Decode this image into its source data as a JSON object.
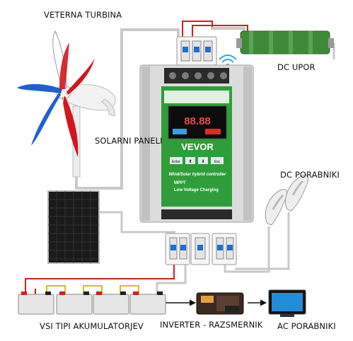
{
  "labels": {
    "wind_turbine": "VETERNA TURBINA",
    "dc_resistor": "DC UPOR",
    "solar_panels": "SOLARNI PANELI",
    "dc_loads": "DC PORABNIKI",
    "batteries": "VSI TIPI AKUMULATORJEV",
    "inverter": "INVERTER - RAZSMERNIK",
    "ac_loads": "AC PORABNIKI"
  },
  "controller": {
    "brand": "VEVOR",
    "product_line_1": "Wind/Solar hybrid controller",
    "product_line_2": "MPPT",
    "product_line_3": "Low Voltage Charging",
    "display_value": "88.88",
    "buttons": [
      "Enter",
      "⬆",
      "⬇",
      "Esc"
    ]
  },
  "colors": {
    "wire_red": "#d11f1f",
    "wire_gray": "#c8c8c8",
    "panel_green": "#2f9e3a",
    "resistor_green": "#3f8a3a",
    "blade_red": "#d3161e",
    "blade_blue": "#1f5fd0"
  }
}
